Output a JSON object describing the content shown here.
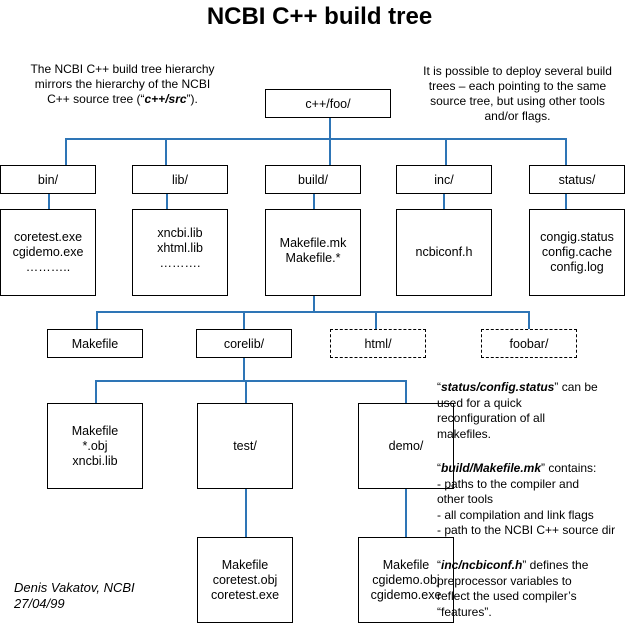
{
  "title": "NCBI C++ build tree",
  "note_left": {
    "lines": [
      "The NCBI C++ build tree hierarchy",
      "mirrors the hierarchy of the NCBI"
    ],
    "line3_prefix": "C++ source tree (“",
    "line3_emph": "c++/src",
    "line3_suffix": "”)."
  },
  "note_right": {
    "lines": [
      "It is possible to deploy several build",
      "trees – each pointing to the same",
      "source tree, but using other tools",
      "and/or flags."
    ]
  },
  "root": {
    "label": "c++/foo/"
  },
  "level1": [
    {
      "label": "bin/",
      "contents": [
        "coretest.exe",
        "cgidemo.exe",
        "……….."
      ]
    },
    {
      "label": "lib/",
      "contents": [
        "xncbi.lib",
        "xhtml.lib",
        "………."
      ]
    },
    {
      "label": "build/",
      "contents": [
        "Makefile.mk",
        "Makefile.*"
      ]
    },
    {
      "label": "inc/",
      "contents": [
        "ncbiconf.h"
      ]
    },
    {
      "label": "status/",
      "contents": [
        "congig.status",
        "config.cache",
        "config.log"
      ]
    }
  ],
  "level2": [
    {
      "label": "Makefile",
      "dashed": false
    },
    {
      "label": "corelib/",
      "dashed": false
    },
    {
      "label": "html/",
      "dashed": true
    },
    {
      "label": "foobar/",
      "dashed": true
    }
  ],
  "level3": [
    {
      "contents": [
        "Makefile",
        "*.obj",
        "xncbi.lib"
      ]
    },
    {
      "label": "test/"
    },
    {
      "label": "demo/"
    }
  ],
  "level4": [
    {
      "contents": [
        "Makefile",
        "coretest.obj",
        "coretest.exe"
      ]
    },
    {
      "contents": [
        "Makefile",
        "cgidemo.obj",
        "cgidemo.exe"
      ]
    }
  ],
  "side_notes": {
    "n1": {
      "q1": "“",
      "emph": "status/config.status",
      "q2": "” can be",
      "rest": [
        "used for a quick",
        "reconfiguration of all",
        "makefiles."
      ]
    },
    "n2": {
      "q1": "“",
      "emph": "build/Makefile.mk",
      "q2": "” contains:",
      "rest": [
        "- paths to the compiler and",
        "other tools",
        "- all compilation and link flags",
        "- path to the NCBI C++ source dir"
      ]
    },
    "n3": {
      "q1": "“",
      "emph": "inc/ncbiconf.h",
      "q2": "” defines the",
      "rest": [
        "preprocessor variables to",
        "reflect the used compiler’s",
        "“features”."
      ]
    }
  },
  "signature": {
    "name": "Denis Vakatov, NCBI",
    "date": "27/04/99"
  },
  "colors": {
    "connector": "#2e75b6",
    "box_border": "#000000",
    "background": "#ffffff"
  }
}
